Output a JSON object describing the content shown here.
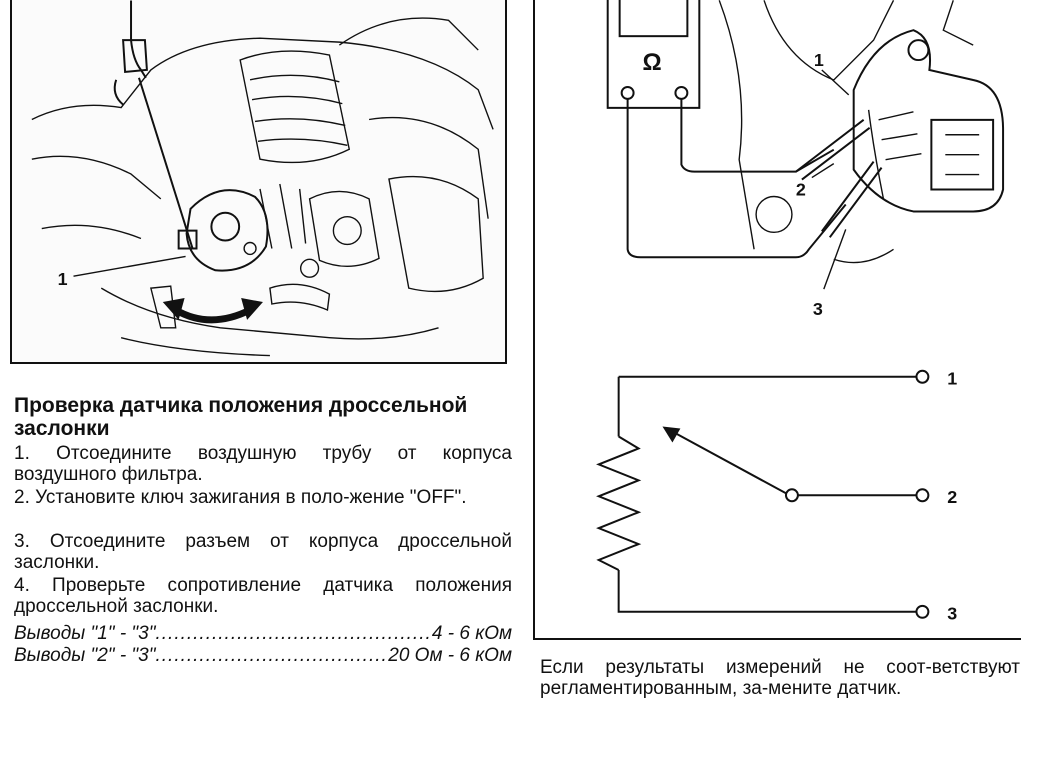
{
  "photo": {
    "callout_1": "1"
  },
  "diagram": {
    "meter_symbol": "Ω",
    "callout_1": "1",
    "callout_2": "2",
    "callout_3": "3",
    "schematic_terminal_1": "1",
    "schematic_terminal_2": "2",
    "schematic_terminal_3": "3"
  },
  "section": {
    "heading": "Проверка датчика положения дроссельной заслонки",
    "steps": [
      "1. Отсоедините воздушную трубу от корпуса воздушного фильтра.",
      "2. Установите ключ зажигания в поло-жение \"OFF\".",
      "3. Отсоедините разъем от корпуса дроссельной заслонки.",
      "4. Проверьте сопротивление датчика положения дроссельной заслонки."
    ],
    "specs": [
      {
        "label": "Выводы \"1\" - \"3\"",
        "value": "4 - 6 кОм"
      },
      {
        "label": "Выводы \"2\" - \"3\"",
        "value": "20 Ом - 6 кОм"
      }
    ]
  },
  "note": "Если результаты измерений не соот-ветствуют регламентированным, за-мените датчик."
}
